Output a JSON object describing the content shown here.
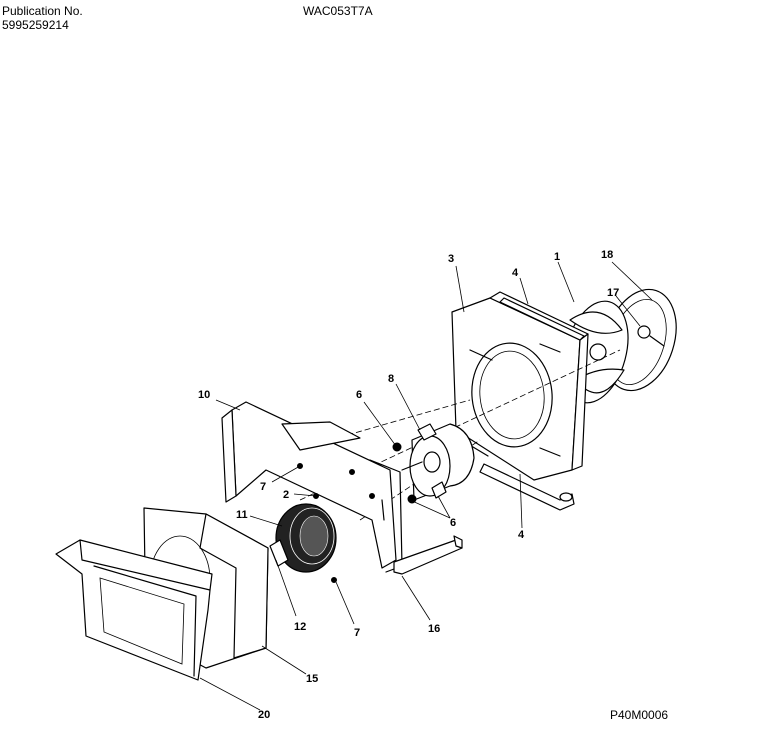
{
  "header": {
    "publication_label": "Publication No.",
    "publication_number": "5995259214",
    "model": "WAC053T7A"
  },
  "footer": {
    "drawing_code": "P40M0006"
  },
  "callouts": {
    "c1": "1",
    "c2": "2",
    "c3": "3",
    "c4a": "4",
    "c4b": "4",
    "c6a": "6",
    "c6b": "6",
    "c7a": "7",
    "c7b": "7",
    "c8": "8",
    "c10": "10",
    "c11": "11",
    "c12": "12",
    "c15": "15",
    "c16": "16",
    "c17": "17",
    "c18": "18",
    "c20": "20"
  }
}
